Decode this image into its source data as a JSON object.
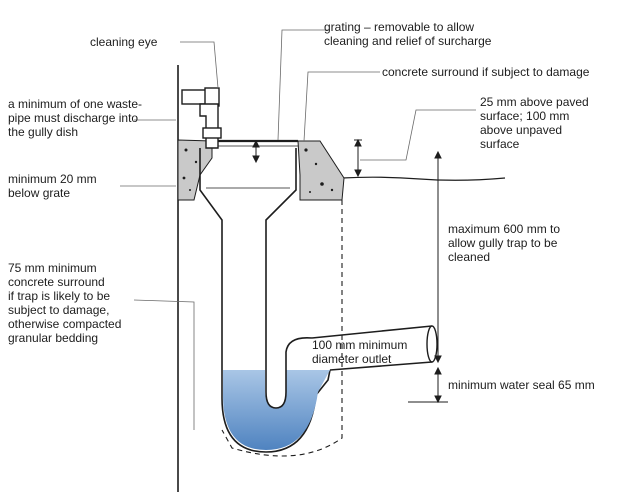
{
  "labels": {
    "cleaning_eye": "cleaning eye",
    "grating": "grating – removable to allow\ncleaning and relief of surcharge",
    "concrete_surround": "concrete surround if subject to damage",
    "waste_pipe": "a minimum of one waste-\npipe must discharge into\nthe gully dish",
    "above_paved": "25 mm above paved\nsurface; 100 mm\nabove unpaved\nsurface",
    "min_20mm": "minimum 20 mm\nbelow grate",
    "max_600mm": "maximum 600 mm to\nallow gully trap to be\ncleaned",
    "min_75mm": "75 mm minimum\nconcrete surround\nif trap is likely to be\nsubject to damage,\notherwise compacted\ngranular bedding",
    "outlet": "100 mm minimum\ndiameter outlet",
    "water_seal": "minimum water seal 65 mm"
  },
  "colors": {
    "line": "#1d1d1d",
    "leader": "#6a6a6a",
    "concrete": "#c9c9c9",
    "water": "#5b8fc9",
    "water_light": "#a9c6e6"
  }
}
